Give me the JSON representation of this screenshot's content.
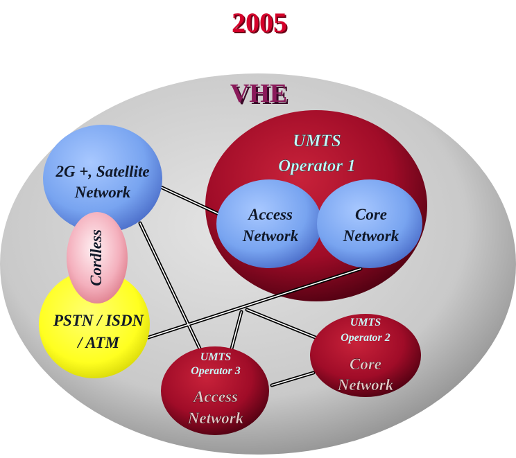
{
  "title": "2005",
  "vhe": {
    "label": "VHE"
  },
  "umts_op1": {
    "line1": "UMTS",
    "line2": "Operator 1",
    "access": {
      "line1": "Access",
      "line2": "Network"
    },
    "core": {
      "line1": "Core",
      "line2": "Network"
    }
  },
  "network_2g": {
    "line1": "2G +, Satellite",
    "line2": "Network"
  },
  "cordless": {
    "label": "Cordless"
  },
  "pstn": {
    "line1": "PSTN / ISDN",
    "line2": "/ ATM"
  },
  "umts_op3": {
    "line1": "UMTS",
    "line2": "Operator 3",
    "line3": "Access",
    "line4": "Network"
  },
  "umts_op2": {
    "line1": "UMTS",
    "line2": "Operator 2",
    "line3": "Core",
    "line4": "Network"
  },
  "colors": {
    "title_red": "#d4002a",
    "vhe_purple": "#8a1a5a",
    "dark_red": "#9a0a2a",
    "light_blue": "#7aa8f0",
    "yellow": "#ffff20",
    "pink": "#f0a0b0",
    "gray": "#c8c8c8",
    "cyan_text": "#c8f8f8"
  }
}
